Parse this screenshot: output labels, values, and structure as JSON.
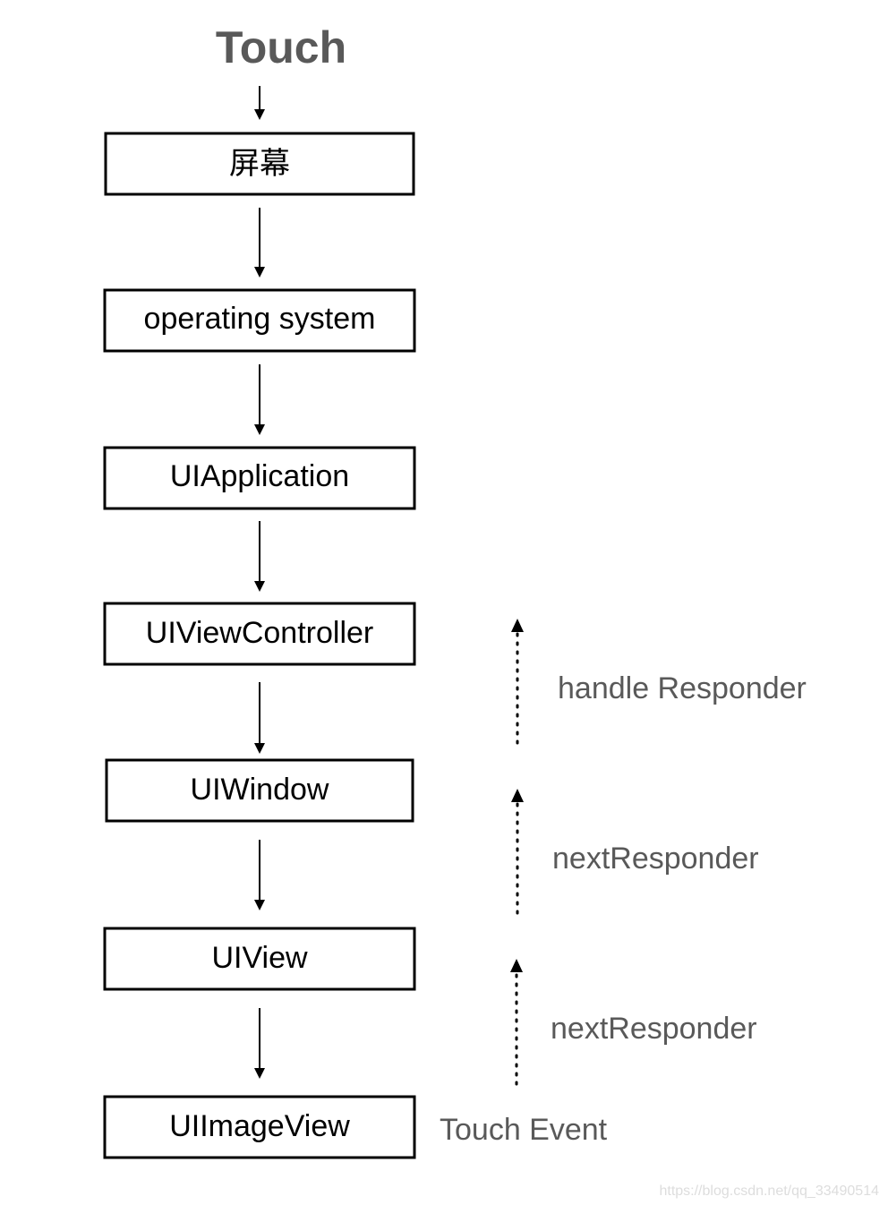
{
  "title": "Touch",
  "nodes": [
    {
      "label": "屏幕"
    },
    {
      "label": "operating system"
    },
    {
      "label": "UIApplication"
    },
    {
      "label": "UIViewController"
    },
    {
      "label": "UIWindow"
    },
    {
      "label": "UIView"
    },
    {
      "label": "UIImageView"
    }
  ],
  "side_labels": {
    "handle_responder": "handle Responder",
    "next_responder_1": "nextResponder",
    "next_responder_2": "nextResponder",
    "touch_event": "Touch Event"
  },
  "watermark": "https://blog.csdn.net/qq_33490514"
}
